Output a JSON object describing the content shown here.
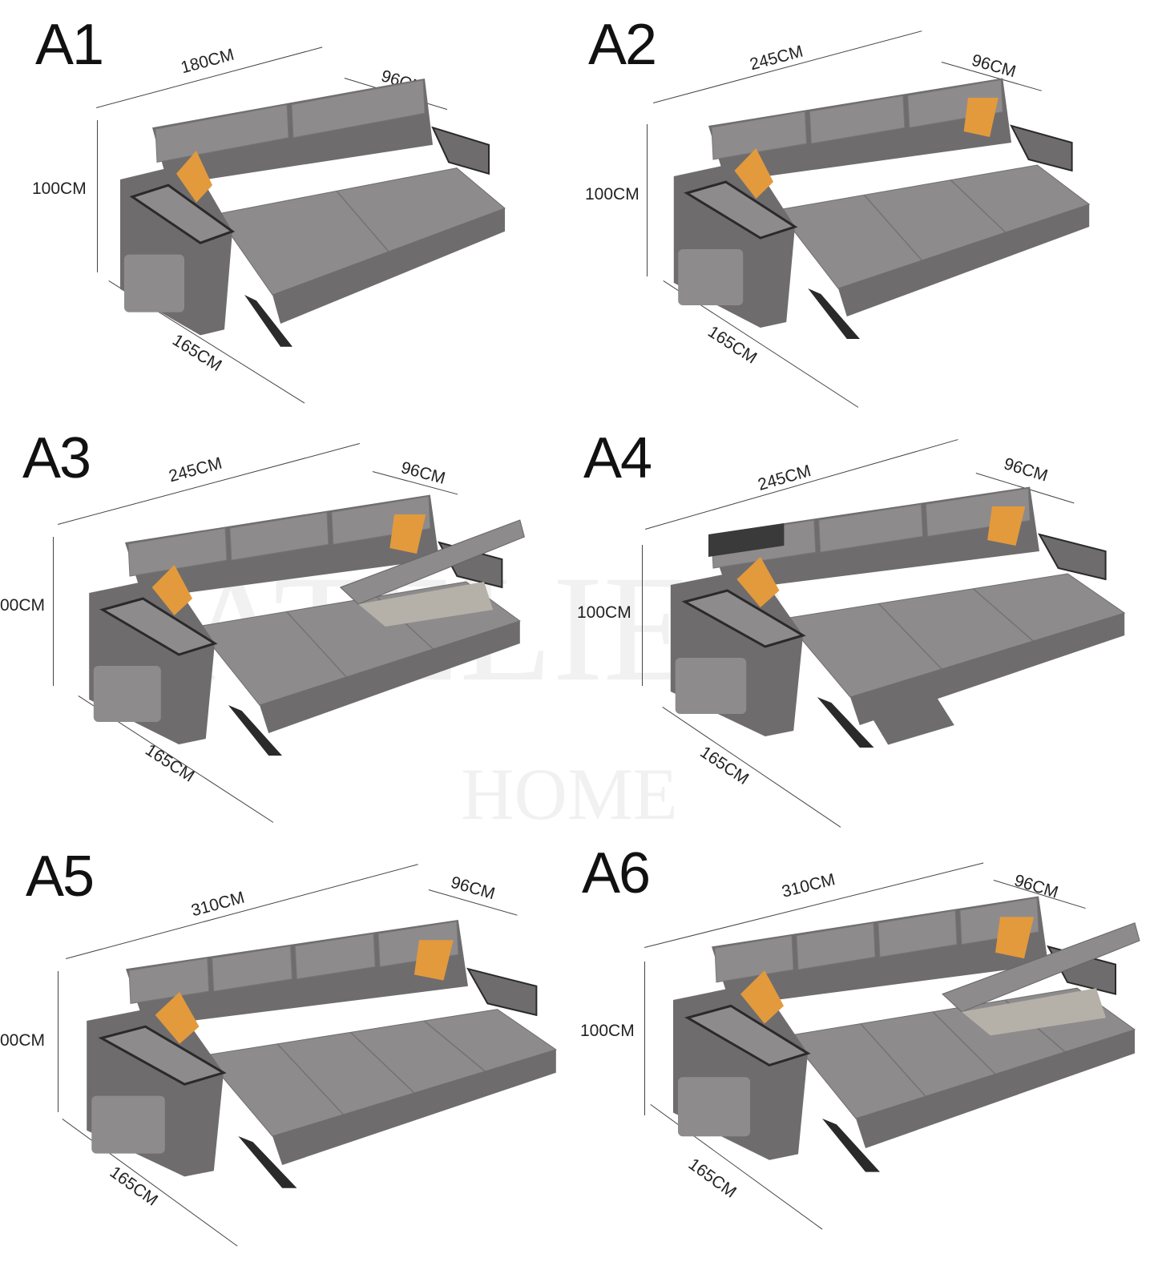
{
  "watermark": {
    "line1": "ATELIER",
    "line2": "HOME"
  },
  "panels": [
    {
      "label": "A1",
      "width": "180CM",
      "depth": "96CM",
      "height": "100CM",
      "length": "165CM"
    },
    {
      "label": "A2",
      "width": "245CM",
      "depth": "96CM",
      "height": "100CM",
      "length": "165CM"
    },
    {
      "label": "A3",
      "width": "245CM",
      "depth": "96CM",
      "height": "00CM",
      "length": "165CM"
    },
    {
      "label": "A4",
      "width": "245CM",
      "depth": "96CM",
      "height": "100CM",
      "length": "165CM"
    },
    {
      "label": "A5",
      "width": "310CM",
      "depth": "96CM",
      "height": "00CM",
      "length": "165CM"
    },
    {
      "label": "A6",
      "width": "310CM",
      "depth": "96CM",
      "height": "100CM",
      "length": "165CM"
    }
  ],
  "colors": {
    "leather": "#8e8b8d",
    "leather_dark": "#6f6c6e",
    "trim": "#2a2a2a",
    "pillow": "#e39a3c"
  }
}
